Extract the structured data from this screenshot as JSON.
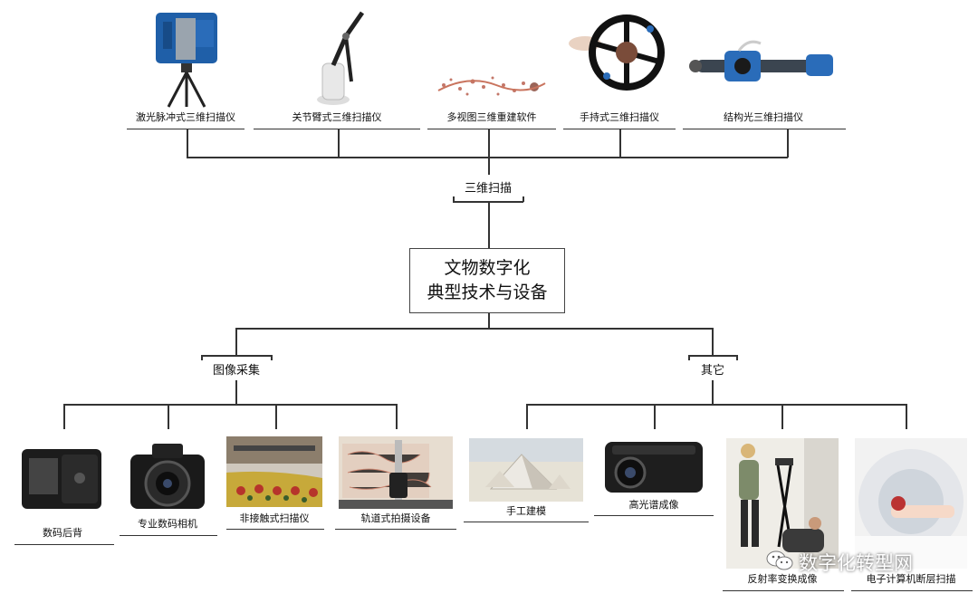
{
  "center": {
    "line1": "文物数字化",
    "line2": "典型技术与设备"
  },
  "branches": {
    "scan": "三维扫描",
    "image": "图像采集",
    "other": "其它"
  },
  "scan_items": [
    "激光脉冲式三维扫描仪",
    "关节臂式三维扫描仪",
    "多视图三维重建软件",
    "手持式三维扫描仪",
    "结构光三维扫描仪"
  ],
  "image_items": [
    "数码后背",
    "专业数码相机",
    "非接触式扫描仪",
    "轨道式拍摄设备"
  ],
  "other_items": [
    "手工建模",
    "高光谱成像",
    "反射率变换成像",
    "电子计算机断层扫描"
  ],
  "watermark": {
    "text": "数字化转型网",
    "icon": "wechat-icon"
  },
  "colors": {
    "line": "#333333",
    "scanner_blue": "#1f5fa8",
    "text": "#111111"
  }
}
